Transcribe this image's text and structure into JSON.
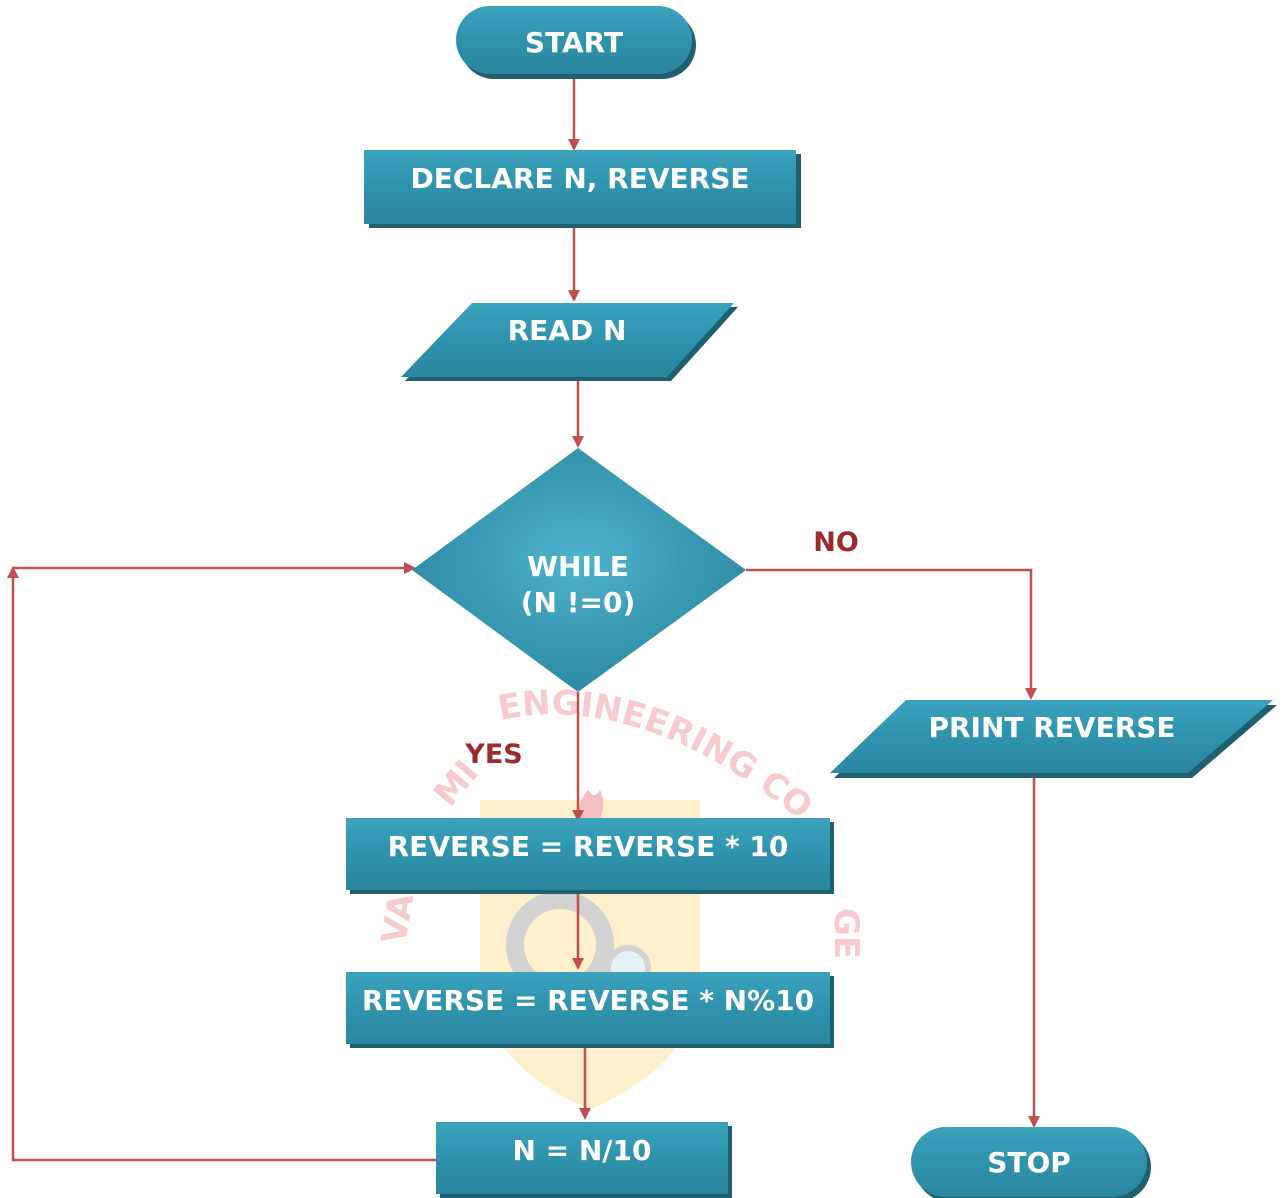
{
  "colors": {
    "node_fill": "#2f92ab",
    "node_highlight": "#4fb3cc",
    "node_shadow": "#1f5f70",
    "edge": "#c0504d",
    "branch_label": "#9b2a2a",
    "watermark_text": "#f2a0a6",
    "watermark_shield": "#ffd98a"
  },
  "nodes": {
    "start": "START",
    "declare": "DECLARE N, REVERSE",
    "read": "READ N",
    "while_line1": "WHILE",
    "while_line2": "(N !=0)",
    "print": "PRINT REVERSE",
    "step1": "REVERSE = REVERSE * 10",
    "step2": "REVERSE = REVERSE * N%10",
    "step3": "N = N/10",
    "stop": "STOP"
  },
  "branch_labels": {
    "no": "NO",
    "yes": "YES"
  },
  "watermark": {
    "arc_text": "ENGINEERING CO",
    "left_fragment": "VA",
    "left_mid": "MI",
    "right_fragment": "GE"
  }
}
